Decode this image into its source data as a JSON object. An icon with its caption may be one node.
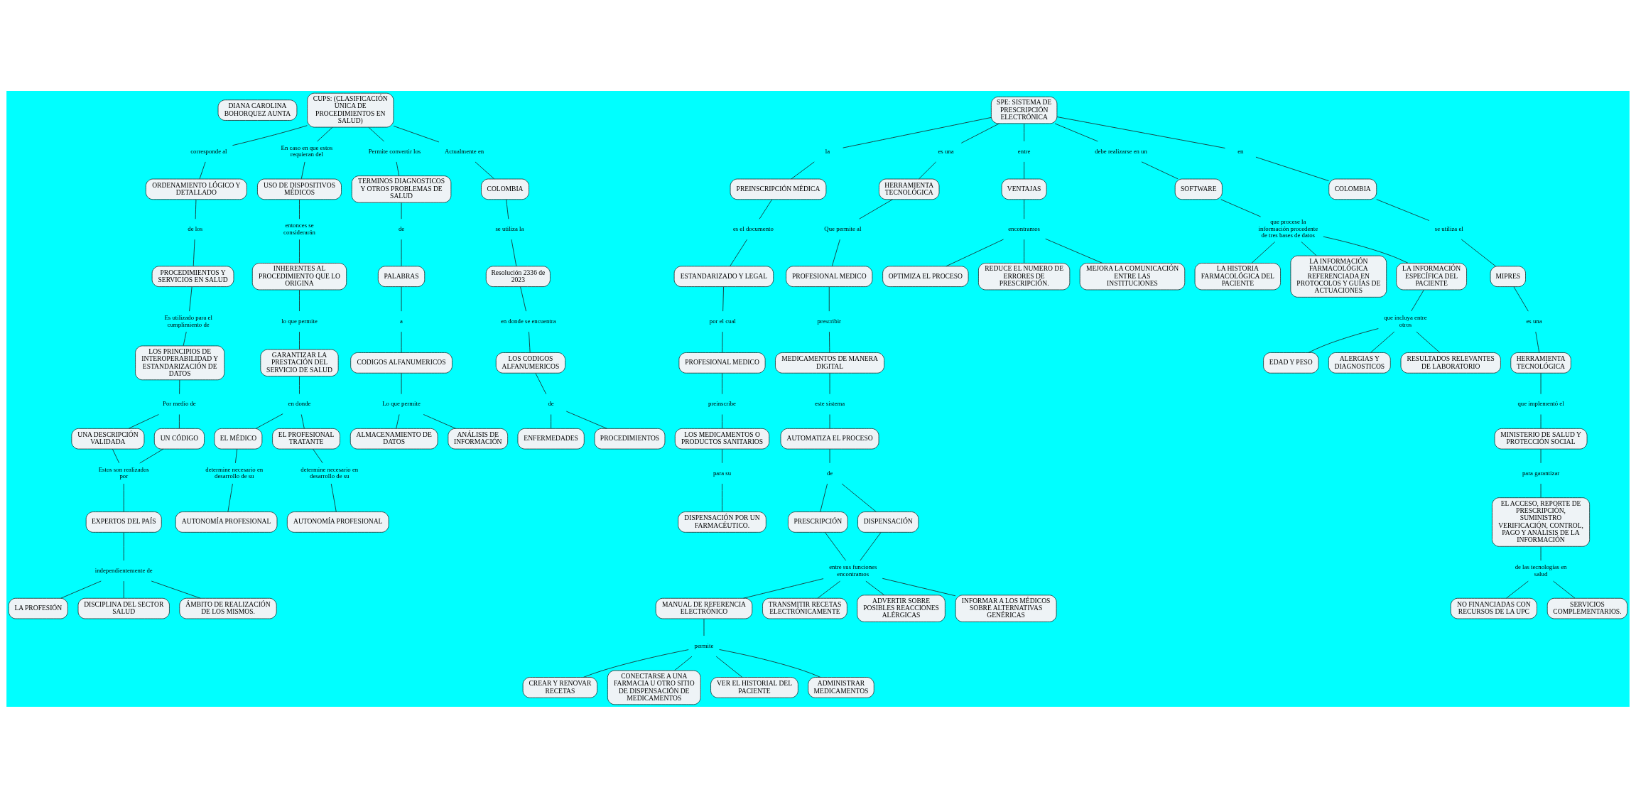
{
  "diagram": {
    "nodes": [
      {
        "text": [
          "DIANA CAROLINA BOHORQUEZ AUNTA"
        ]
      },
      {
        "text": [
          "CUPS: (CLASIFICACIÓN ÚNICA DE PROCEDIMIENTOS EN SALUD)"
        ]
      },
      {
        "text": [
          "corresponde al"
        ]
      },
      {
        "text": [
          "ORDENAMIENTO LÓGICO Y DETALLADO"
        ]
      },
      {
        "text": [
          "de los"
        ]
      },
      {
        "text": [
          "PROCEDIMIENTOS Y SERVICIOS EN SALUD"
        ]
      },
      {
        "text": [
          "Es utilizado para el cumplimiento de"
        ]
      },
      {
        "text": [
          "LOS PRINCIPIOS DE INTEROPERABILIDAD Y ESTANDARIZACIÓN DE DATOS"
        ]
      },
      {
        "text": [
          "Por medio de"
        ]
      },
      {
        "text": [
          "UNA DESCRIPCIÓN VALIDADA"
        ]
      },
      {
        "text": [
          "UN CÓDIGO"
        ]
      },
      {
        "text": [
          "Estos son realizados por"
        ]
      },
      {
        "text": [
          "EXPERTOS DEL PAÍS"
        ]
      },
      {
        "text": [
          "independientemente de"
        ]
      },
      {
        "text": [
          "LA PROFESIÓN"
        ]
      },
      {
        "text": [
          "DISCIPLINA DEL SECTOR SALUD"
        ]
      },
      {
        "text": [
          "ÁMBITO DE REALIZACIÓN DE LOS MISMOS."
        ]
      },
      {
        "text": [
          "En caso en que estos requieran del"
        ]
      },
      {
        "text": [
          "USO DE DISPOSITIVOS MÉDICOS"
        ]
      },
      {
        "text": [
          "entonces se considerarán"
        ]
      },
      {
        "text": [
          "INHERENTES AL PROCEDIMIENTO QUE LO ORIGINA"
        ]
      },
      {
        "text": [
          "lo que permite"
        ]
      },
      {
        "text": [
          "GARANTIZAR LA PRESTACIÓN DEL SERVICIO DE SALUD"
        ]
      },
      {
        "text": [
          "en donde"
        ]
      },
      {
        "text": [
          "EL MÉDICO"
        ]
      },
      {
        "text": [
          "EL PROFESIONAL TRATANTE"
        ]
      },
      {
        "text": [
          "determine necesario en desarrollo de su"
        ]
      },
      {
        "text": [
          "AUTONOMÍA PROFESIONAL"
        ]
      },
      {
        "text": [
          "determine necesario en desarrollo de su"
        ]
      },
      {
        "text": [
          "AUTONOMÍA PROFESIONAL"
        ]
      },
      {
        "text": [
          "Permite convertir los"
        ]
      },
      {
        "text": [
          "TERMINOS DIAGNOSTICOS Y OTROS PROBLEMAS DE SALUD"
        ]
      },
      {
        "text": [
          "de"
        ]
      },
      {
        "text": [
          "PALABRAS"
        ]
      },
      {
        "text": [
          "a"
        ]
      },
      {
        "text": [
          "CODIGOS ALFANUMERICOS"
        ]
      },
      {
        "text": [
          "Lo que permite"
        ]
      },
      {
        "text": [
          "ALMACENAMIENTO DE DATOS"
        ]
      },
      {
        "text": [
          "ANÁLISIS DE INFORMACIÓN"
        ]
      },
      {
        "text": [
          "Actualmente en"
        ]
      },
      {
        "text": [
          "COLOMBIA"
        ]
      },
      {
        "text": [
          "se utiliza la"
        ]
      },
      {
        "text": [
          "Resolución 2336 de 2023"
        ]
      },
      {
        "text": [
          "en donde se encuentra"
        ]
      },
      {
        "text": [
          "LOS CODIGOS ALFANUMERICOS"
        ]
      },
      {
        "text": [
          "de"
        ]
      },
      {
        "text": [
          "ENFERMEDADES"
        ]
      },
      {
        "text": [
          "PROCEDIMIENTOS"
        ]
      },
      {
        "text": [
          "SPE: SISTEMA DE PRESCRIPCIÓN ELECTRÓNICA"
        ]
      },
      {
        "text": [
          "la"
        ]
      },
      {
        "text": [
          "PREINSCRIPCIÓN MÉDICA"
        ]
      },
      {
        "text": [
          "es el documento"
        ]
      },
      {
        "text": [
          "ESTANDARIZADO Y LEGAL"
        ]
      },
      {
        "text": [
          "por el cual"
        ]
      },
      {
        "text": [
          "PROFESIONAL MEDICO"
        ]
      },
      {
        "text": [
          "preinscribe"
        ]
      },
      {
        "text": [
          "LOS MEDICAMENTOS O PRODUCTOS SANITARIOS"
        ]
      },
      {
        "text": [
          "para su"
        ]
      },
      {
        "text": [
          "DISPENSACIÓN POR UN FARMACÉUTICO."
        ]
      },
      {
        "text": [
          "es una"
        ]
      },
      {
        "text": [
          "HERRAMIENTA TECNOLÓGICA"
        ]
      },
      {
        "text": [
          "Que permite al"
        ]
      },
      {
        "text": [
          "PROFESIONAL MEDICO"
        ]
      },
      {
        "text": [
          "prescribir"
        ]
      },
      {
        "text": [
          "MEDICAMENTOS DE MANERA DIGITAL"
        ]
      },
      {
        "text": [
          "este sistema"
        ]
      },
      {
        "text": [
          "AUTOMATIZA EL PROCESO"
        ]
      },
      {
        "text": [
          "de"
        ]
      },
      {
        "text": [
          "PRESCRIPCIÓN"
        ]
      },
      {
        "text": [
          "DISPENSACIÓN"
        ]
      },
      {
        "text": [
          "entre sus funciones encontramos"
        ]
      },
      {
        "text": [
          "MANUAL DE REFERENCIA ELECTRÓNICO"
        ]
      },
      {
        "text": [
          "permite"
        ]
      },
      {
        "text": [
          "CREAR Y RENOVAR RECETAS"
        ]
      },
      {
        "text": [
          "CONECTARSE A UNA FARMACIA U OTRO SITIO DE DISPENSACIÓN DE MEDICAMENTOS"
        ]
      },
      {
        "text": [
          "VER EL HISTORIAL DEL PACIENTE"
        ]
      },
      {
        "text": [
          "ADMINISTRAR MEDICAMENTOS"
        ]
      },
      {
        "text": [
          "TRANSMITIR RECETAS ELECTRÓNICAMENTE"
        ]
      },
      {
        "text": [
          "ADVERTIR SOBRE POSIBLES REACCIONES ALÉRGICAS"
        ]
      },
      {
        "text": [
          "INFORMAR A LOS MÉDICOS SOBRE ALTERNATIVAS GENÉRICAS"
        ]
      },
      {
        "text": [
          "entre"
        ]
      },
      {
        "text": [
          "VENTAJAS"
        ]
      },
      {
        "text": [
          "encontramos"
        ]
      },
      {
        "text": [
          "OPTIMIZA EL PROCESO"
        ]
      },
      {
        "text": [
          "REDUCE EL NUMERO DE ERRORES DE PRESCRIPCIÓN."
        ]
      },
      {
        "text": [
          "MEJORA LA COMUNICACIÓN ENTRE LAS INSTITUCIONES"
        ]
      },
      {
        "text": [
          "debe realizarse en un"
        ]
      },
      {
        "text": [
          "SOFTWARE"
        ]
      },
      {
        "text": [
          "que procese la información procedente de tres bases de datos"
        ]
      },
      {
        "text": [
          "LA HISTORIA FARMACOLÓGICA DEL PACIENTE"
        ]
      },
      {
        "text": [
          "LA INFORMACIÓN FARMACOLÓGICA REFERENCIADA EN PROTOCOLOS Y GUÍAS DE ACTUACIONES"
        ]
      },
      {
        "text": [
          "LA INFORMACIÓN ESPECÍFICA DEL PACIENTE"
        ]
      },
      {
        "text": [
          "que incluya entre otros"
        ]
      },
      {
        "text": [
          "EDAD Y PESO"
        ]
      },
      {
        "text": [
          "ALERGIAS Y DIAGNOSTICOS"
        ]
      },
      {
        "text": [
          "RESULTADOS RELEVANTES DE LABORATORIO"
        ]
      },
      {
        "text": [
          "en"
        ]
      },
      {
        "text": [
          "COLOMBIA"
        ]
      },
      {
        "text": [
          "se utiliza el"
        ]
      },
      {
        "text": [
          "MIPRES"
        ]
      },
      {
        "text": [
          "es una"
        ]
      },
      {
        "text": [
          "HERRAMIENTA TECNOLÓGICA"
        ]
      },
      {
        "text": [
          "que implementó el"
        ]
      },
      {
        "text": [
          "MINISTERIO DE SALUD Y PROTECCIÓN SOCIAL"
        ]
      },
      {
        "text": [
          "para garantizar"
        ]
      },
      {
        "text": [
          "EL ACCESO, REPORTE DE PRESCRIPCIÓN, SUMINISTRO VERIFICACIÓN, CONTROL, PAGO Y ANÁLISIS DE LA INFORMACIÓN"
        ]
      },
      {
        "text": [
          "de las tecnologías en salud"
        ]
      },
      {
        "text": [
          "NO FINANCIADAS CON RECURSOS DE LA UPC"
        ]
      },
      {
        "text": [
          "SERVICIOS COMPLEMENTARIOS."
        ]
      }
    ],
    "edges": [
      {
        "from": 1,
        "to": 2,
        "arrow": "none"
      },
      {
        "from": 2,
        "to": 3,
        "arrow": "none"
      },
      {
        "from": 3,
        "to": 4,
        "arrow": "none"
      },
      {
        "from": 4,
        "to": 5,
        "arrow": "none"
      },
      {
        "from": 5,
        "to": 6,
        "arrow": "none"
      },
      {
        "from": 6,
        "to": 7,
        "arrow": "none"
      },
      {
        "from": 7,
        "to": 8,
        "arrow": "none"
      },
      {
        "from": 8,
        "to": 9,
        "arrow": "none"
      },
      {
        "from": 8,
        "to": 10,
        "arrow": "none"
      },
      {
        "from": 9,
        "to": 11,
        "arrow": "none"
      },
      {
        "from": 10,
        "to": 11,
        "arrow": "none"
      },
      {
        "from": 11,
        "to": 12,
        "arrow": "none"
      },
      {
        "from": 12,
        "to": 13,
        "arrow": "none"
      },
      {
        "from": 13,
        "to": 14,
        "arrow": "none"
      },
      {
        "from": 13,
        "to": 15,
        "arrow": "none"
      },
      {
        "from": 13,
        "to": 16,
        "arrow": "none"
      },
      {
        "from": 1,
        "to": 17,
        "arrow": "none"
      },
      {
        "from": 17,
        "to": 18,
        "arrow": "none"
      },
      {
        "from": 18,
        "to": 19,
        "arrow": "none"
      },
      {
        "from": 19,
        "to": 20,
        "arrow": "none"
      },
      {
        "from": 20,
        "to": 21,
        "arrow": "none"
      },
      {
        "from": 21,
        "to": 22,
        "arrow": "none"
      },
      {
        "from": 22,
        "to": 23,
        "arrow": "none"
      },
      {
        "from": 23,
        "to": 24,
        "arrow": "none"
      },
      {
        "from": 23,
        "to": 25,
        "arrow": "none"
      },
      {
        "from": 24,
        "to": 26,
        "arrow": "none"
      },
      {
        "from": 26,
        "to": 27,
        "arrow": "none"
      },
      {
        "from": 25,
        "to": 28,
        "arrow": "none"
      },
      {
        "from": 28,
        "to": 29,
        "arrow": "none"
      },
      {
        "from": 1,
        "to": 30,
        "arrow": "none"
      },
      {
        "from": 30,
        "to": 31,
        "arrow": "none"
      },
      {
        "from": 31,
        "to": 32,
        "arrow": "none"
      },
      {
        "from": 32,
        "to": 33,
        "arrow": "none"
      },
      {
        "from": 33,
        "to": 34,
        "arrow": "none"
      },
      {
        "from": 34,
        "to": 35,
        "arrow": "none"
      },
      {
        "from": 35,
        "to": 36,
        "arrow": "none"
      },
      {
        "from": 36,
        "to": 37,
        "arrow": "none"
      },
      {
        "from": 36,
        "to": 38,
        "arrow": "none"
      },
      {
        "from": 1,
        "to": 39,
        "arrow": "none"
      },
      {
        "from": 39,
        "to": 40,
        "arrow": "none"
      },
      {
        "from": 40,
        "to": 41,
        "arrow": "none"
      },
      {
        "from": 41,
        "to": 42,
        "arrow": "none"
      },
      {
        "from": 42,
        "to": 43,
        "arrow": "none"
      },
      {
        "from": 43,
        "to": 44,
        "arrow": "none"
      },
      {
        "from": 44,
        "to": 45,
        "arrow": "none"
      },
      {
        "from": 45,
        "to": 46,
        "arrow": "none"
      },
      {
        "from": 45,
        "to": 47,
        "arrow": "none"
      },
      {
        "from": 48,
        "to": 49,
        "arrow": "none"
      },
      {
        "from": 49,
        "to": 50,
        "arrow": "none"
      },
      {
        "from": 50,
        "to": 51,
        "arrow": "none"
      },
      {
        "from": 51,
        "to": 52,
        "arrow": "none"
      },
      {
        "from": 52,
        "to": 53,
        "arrow": "none"
      },
      {
        "from": 53,
        "to": 54,
        "arrow": "none"
      },
      {
        "from": 54,
        "to": 55,
        "arrow": "none"
      },
      {
        "from": 55,
        "to": 56,
        "arrow": "none"
      },
      {
        "from": 56,
        "to": 57,
        "arrow": "none"
      },
      {
        "from": 57,
        "to": 58,
        "arrow": "none"
      },
      {
        "from": 48,
        "to": 59,
        "arrow": "none"
      },
      {
        "from": 59,
        "to": 60,
        "arrow": "none"
      },
      {
        "from": 60,
        "to": 61,
        "arrow": "none"
      },
      {
        "from": 61,
        "to": 62,
        "arrow": "none"
      },
      {
        "from": 62,
        "to": 63,
        "arrow": "none"
      },
      {
        "from": 63,
        "to": 64,
        "arrow": "none"
      },
      {
        "from": 64,
        "to": 65,
        "arrow": "none"
      },
      {
        "from": 65,
        "to": 66,
        "arrow": "none"
      },
      {
        "from": 66,
        "to": 67,
        "arrow": "none"
      },
      {
        "from": 67,
        "to": 68,
        "arrow": "none"
      },
      {
        "from": 67,
        "to": 69,
        "arrow": "none"
      },
      {
        "from": 68,
        "to": 70,
        "arrow": "none"
      },
      {
        "from": 69,
        "to": 70,
        "arrow": "none"
      },
      {
        "from": 70,
        "to": 71,
        "arrow": "none"
      },
      {
        "from": 70,
        "to": 77,
        "arrow": "none"
      },
      {
        "from": 70,
        "to": 78,
        "arrow": "none"
      },
      {
        "from": 70,
        "to": 79,
        "arrow": "none"
      },
      {
        "from": 71,
        "to": 72,
        "arrow": "none"
      },
      {
        "from": 72,
        "to": 73,
        "arrow": "none"
      },
      {
        "from": 72,
        "to": 74,
        "arrow": "none"
      },
      {
        "from": 72,
        "to": 75,
        "arrow": "none"
      },
      {
        "from": 72,
        "to": 76,
        "arrow": "none"
      },
      {
        "from": 48,
        "to": 80,
        "arrow": "none"
      },
      {
        "from": 80,
        "to": 81,
        "arrow": "none"
      },
      {
        "from": 81,
        "to": 82,
        "arrow": "none"
      },
      {
        "from": 82,
        "to": 83,
        "arrow": "none"
      },
      {
        "from": 82,
        "to": 84,
        "arrow": "none"
      },
      {
        "from": 82,
        "to": 85,
        "arrow": "none"
      },
      {
        "from": 48,
        "to": 86,
        "arrow": "none"
      },
      {
        "from": 86,
        "to": 87,
        "arrow": "none"
      },
      {
        "from": 87,
        "to": 88,
        "arrow": "none"
      },
      {
        "from": 88,
        "to": 89,
        "arrow": "none"
      },
      {
        "from": 88,
        "to": 90,
        "arrow": "none"
      },
      {
        "from": 88,
        "to": 91,
        "arrow": "none"
      },
      {
        "from": 91,
        "to": 92,
        "arrow": "none"
      },
      {
        "from": 92,
        "to": 93,
        "arrow": "none"
      },
      {
        "from": 92,
        "to": 94,
        "arrow": "none"
      },
      {
        "from": 92,
        "to": 95,
        "arrow": "none"
      },
      {
        "from": 48,
        "to": 96,
        "arrow": "none"
      },
      {
        "from": 96,
        "to": 97,
        "arrow": "none"
      },
      {
        "from": 97,
        "to": 98,
        "arrow": "none"
      },
      {
        "from": 98,
        "to": 99,
        "arrow": "none"
      },
      {
        "from": 99,
        "to": 100,
        "arrow": "none"
      },
      {
        "from": 100,
        "to": 101,
        "arrow": "none"
      },
      {
        "from": 101,
        "to": 102,
        "arrow": "none"
      },
      {
        "from": 102,
        "to": 103,
        "arrow": "none"
      },
      {
        "from": 103,
        "to": 104,
        "arrow": "none"
      },
      {
        "from": 104,
        "to": 105,
        "arrow": "none"
      },
      {
        "from": 105,
        "to": 106,
        "arrow": "none"
      },
      {
        "from": 106,
        "to": 107,
        "arrow": "none"
      },
      {
        "from": 106,
        "to": 108,
        "arrow": "none"
      }
    ]
  }
}
